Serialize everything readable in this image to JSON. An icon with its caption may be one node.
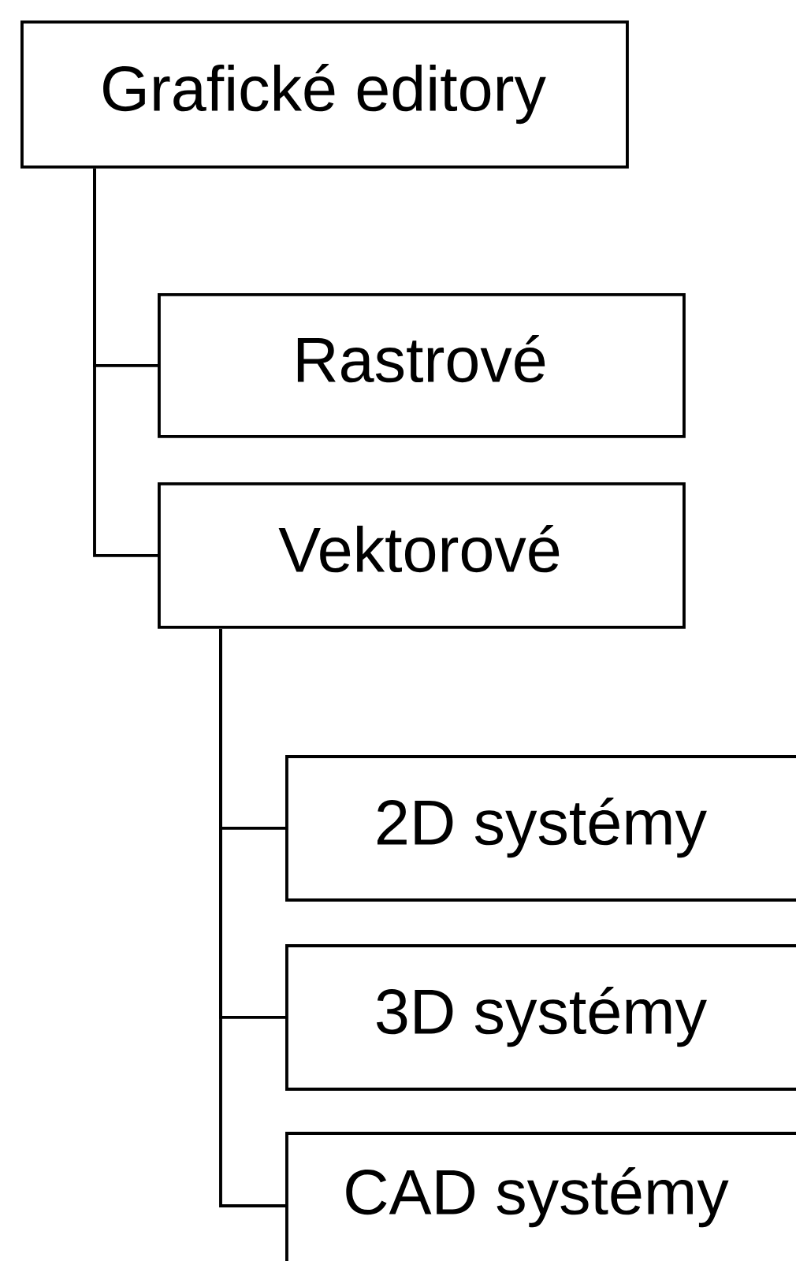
{
  "diagram": {
    "nodes": [
      {
        "text": [
          "Grafické editory"
        ]
      },
      {
        "text": [
          "Rastrové"
        ]
      },
      {
        "text": [
          "Vektorové"
        ]
      },
      {
        "text": [
          "2D systémy"
        ]
      },
      {
        "text": [
          "3D systémy"
        ]
      },
      {
        "text": [
          "CAD systémy"
        ]
      }
    ],
    "edges": [
      {
        "from": 0,
        "to": 1,
        "arrow": "none"
      },
      {
        "from": 0,
        "to": 2,
        "arrow": "none"
      },
      {
        "from": 2,
        "to": 3,
        "arrow": "none"
      },
      {
        "from": 2,
        "to": 4,
        "arrow": "none"
      },
      {
        "from": 2,
        "to": 5,
        "arrow": "none"
      }
    ]
  }
}
